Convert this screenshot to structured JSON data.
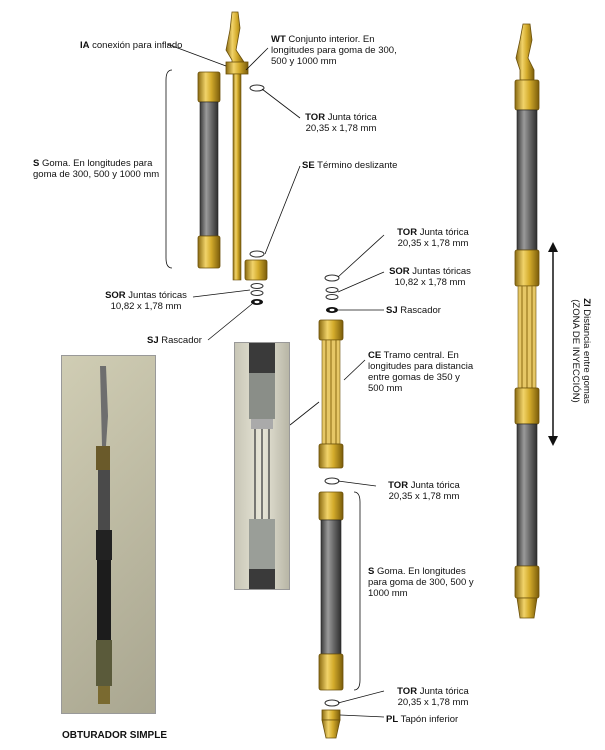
{
  "labels": {
    "ia": {
      "code": "IA",
      "text": " conexión para inflado"
    },
    "wt": {
      "code": "WT",
      "text": " Conjunto interior. En",
      "line2": "longitudes para goma de 300,",
      "line3": "500 y 1000 mm"
    },
    "tor1": {
      "code": "TOR",
      "text": " Junta tórica",
      "line2": "20,35 x 1,78 mm"
    },
    "s1": {
      "code": "S",
      "text": " Goma. En longitudes para",
      "line2": "goma de 300, 500 y 1000 mm"
    },
    "se": {
      "code": "SE",
      "text": " Término deslizante"
    },
    "tor2": {
      "code": "TOR",
      "text": " Junta tórica",
      "line2": "20,35 x 1,78 mm"
    },
    "sor2": {
      "code": "SOR",
      "text": " Juntas tóricas",
      "line2": "10,82 x 1,78 mm"
    },
    "sor1": {
      "code": "SOR",
      "text": " Juntas tóricas",
      "line2": "10,82 x 1,78 mm"
    },
    "sj2": {
      "code": "SJ",
      "text": " Rascador"
    },
    "sj1": {
      "code": "SJ",
      "text": " Rascador"
    },
    "ce": {
      "code": "CE",
      "text": " Tramo central. En",
      "line2": "longitudes para distancia",
      "line3": "entre gomas de 350 y",
      "line4": "500 mm"
    },
    "tor3": {
      "code": "TOR",
      "text": " Junta tórica",
      "line2": "20,35 x 1,78 mm"
    },
    "s2": {
      "code": "S",
      "text": " Goma. En longitudes",
      "line2": "para goma de 300, 500 y",
      "line3": "1000 mm"
    },
    "tor4": {
      "code": "TOR",
      "text": " Junta tórica",
      "line2": "20,35 x 1,78 mm"
    },
    "pl": {
      "code": "PL",
      "text": " Tapón inferior"
    },
    "zi": {
      "code": "ZI",
      "text": " Distancia entre gomas",
      "line2": "(ZONA DE INYECCIÓN)"
    },
    "caption": "OBTURADOR SIMPLE"
  },
  "colors": {
    "gold": "#c9a227",
    "gold_dark": "#8a6a10",
    "rubber": "#555555",
    "rubber_light": "#8a8a8a"
  }
}
